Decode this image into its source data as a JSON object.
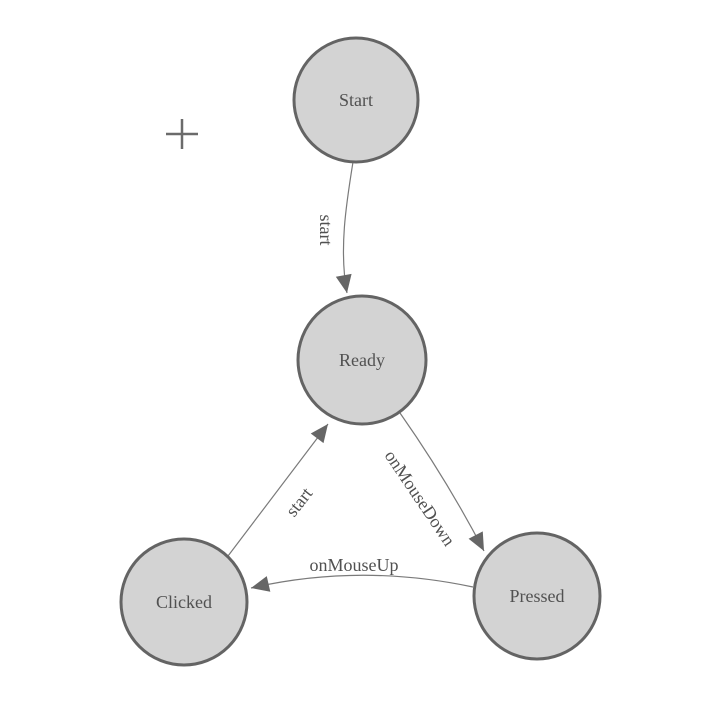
{
  "diagram": {
    "type": "state-machine",
    "background": "#ffffff",
    "colors": {
      "node_fill": "#d3d3d3",
      "node_border": "#646464",
      "edge_line": "#7a7a7a",
      "arrowhead": "#666666",
      "label_text": "#515151"
    },
    "nodes": [
      {
        "id": "start",
        "label": "Start"
      },
      {
        "id": "ready",
        "label": "Ready"
      },
      {
        "id": "clicked",
        "label": "Clicked"
      },
      {
        "id": "pressed",
        "label": "Pressed"
      }
    ],
    "edges": [
      {
        "from": "Start",
        "to": "Ready",
        "label": "start"
      },
      {
        "from": "Ready",
        "to": "Pressed",
        "label": "onMouseDown"
      },
      {
        "from": "Pressed",
        "to": "Clicked",
        "label": "onMouseUp"
      },
      {
        "from": "Clicked",
        "to": "Ready",
        "label": "start"
      }
    ],
    "icons": {
      "crosshair": "+"
    }
  }
}
